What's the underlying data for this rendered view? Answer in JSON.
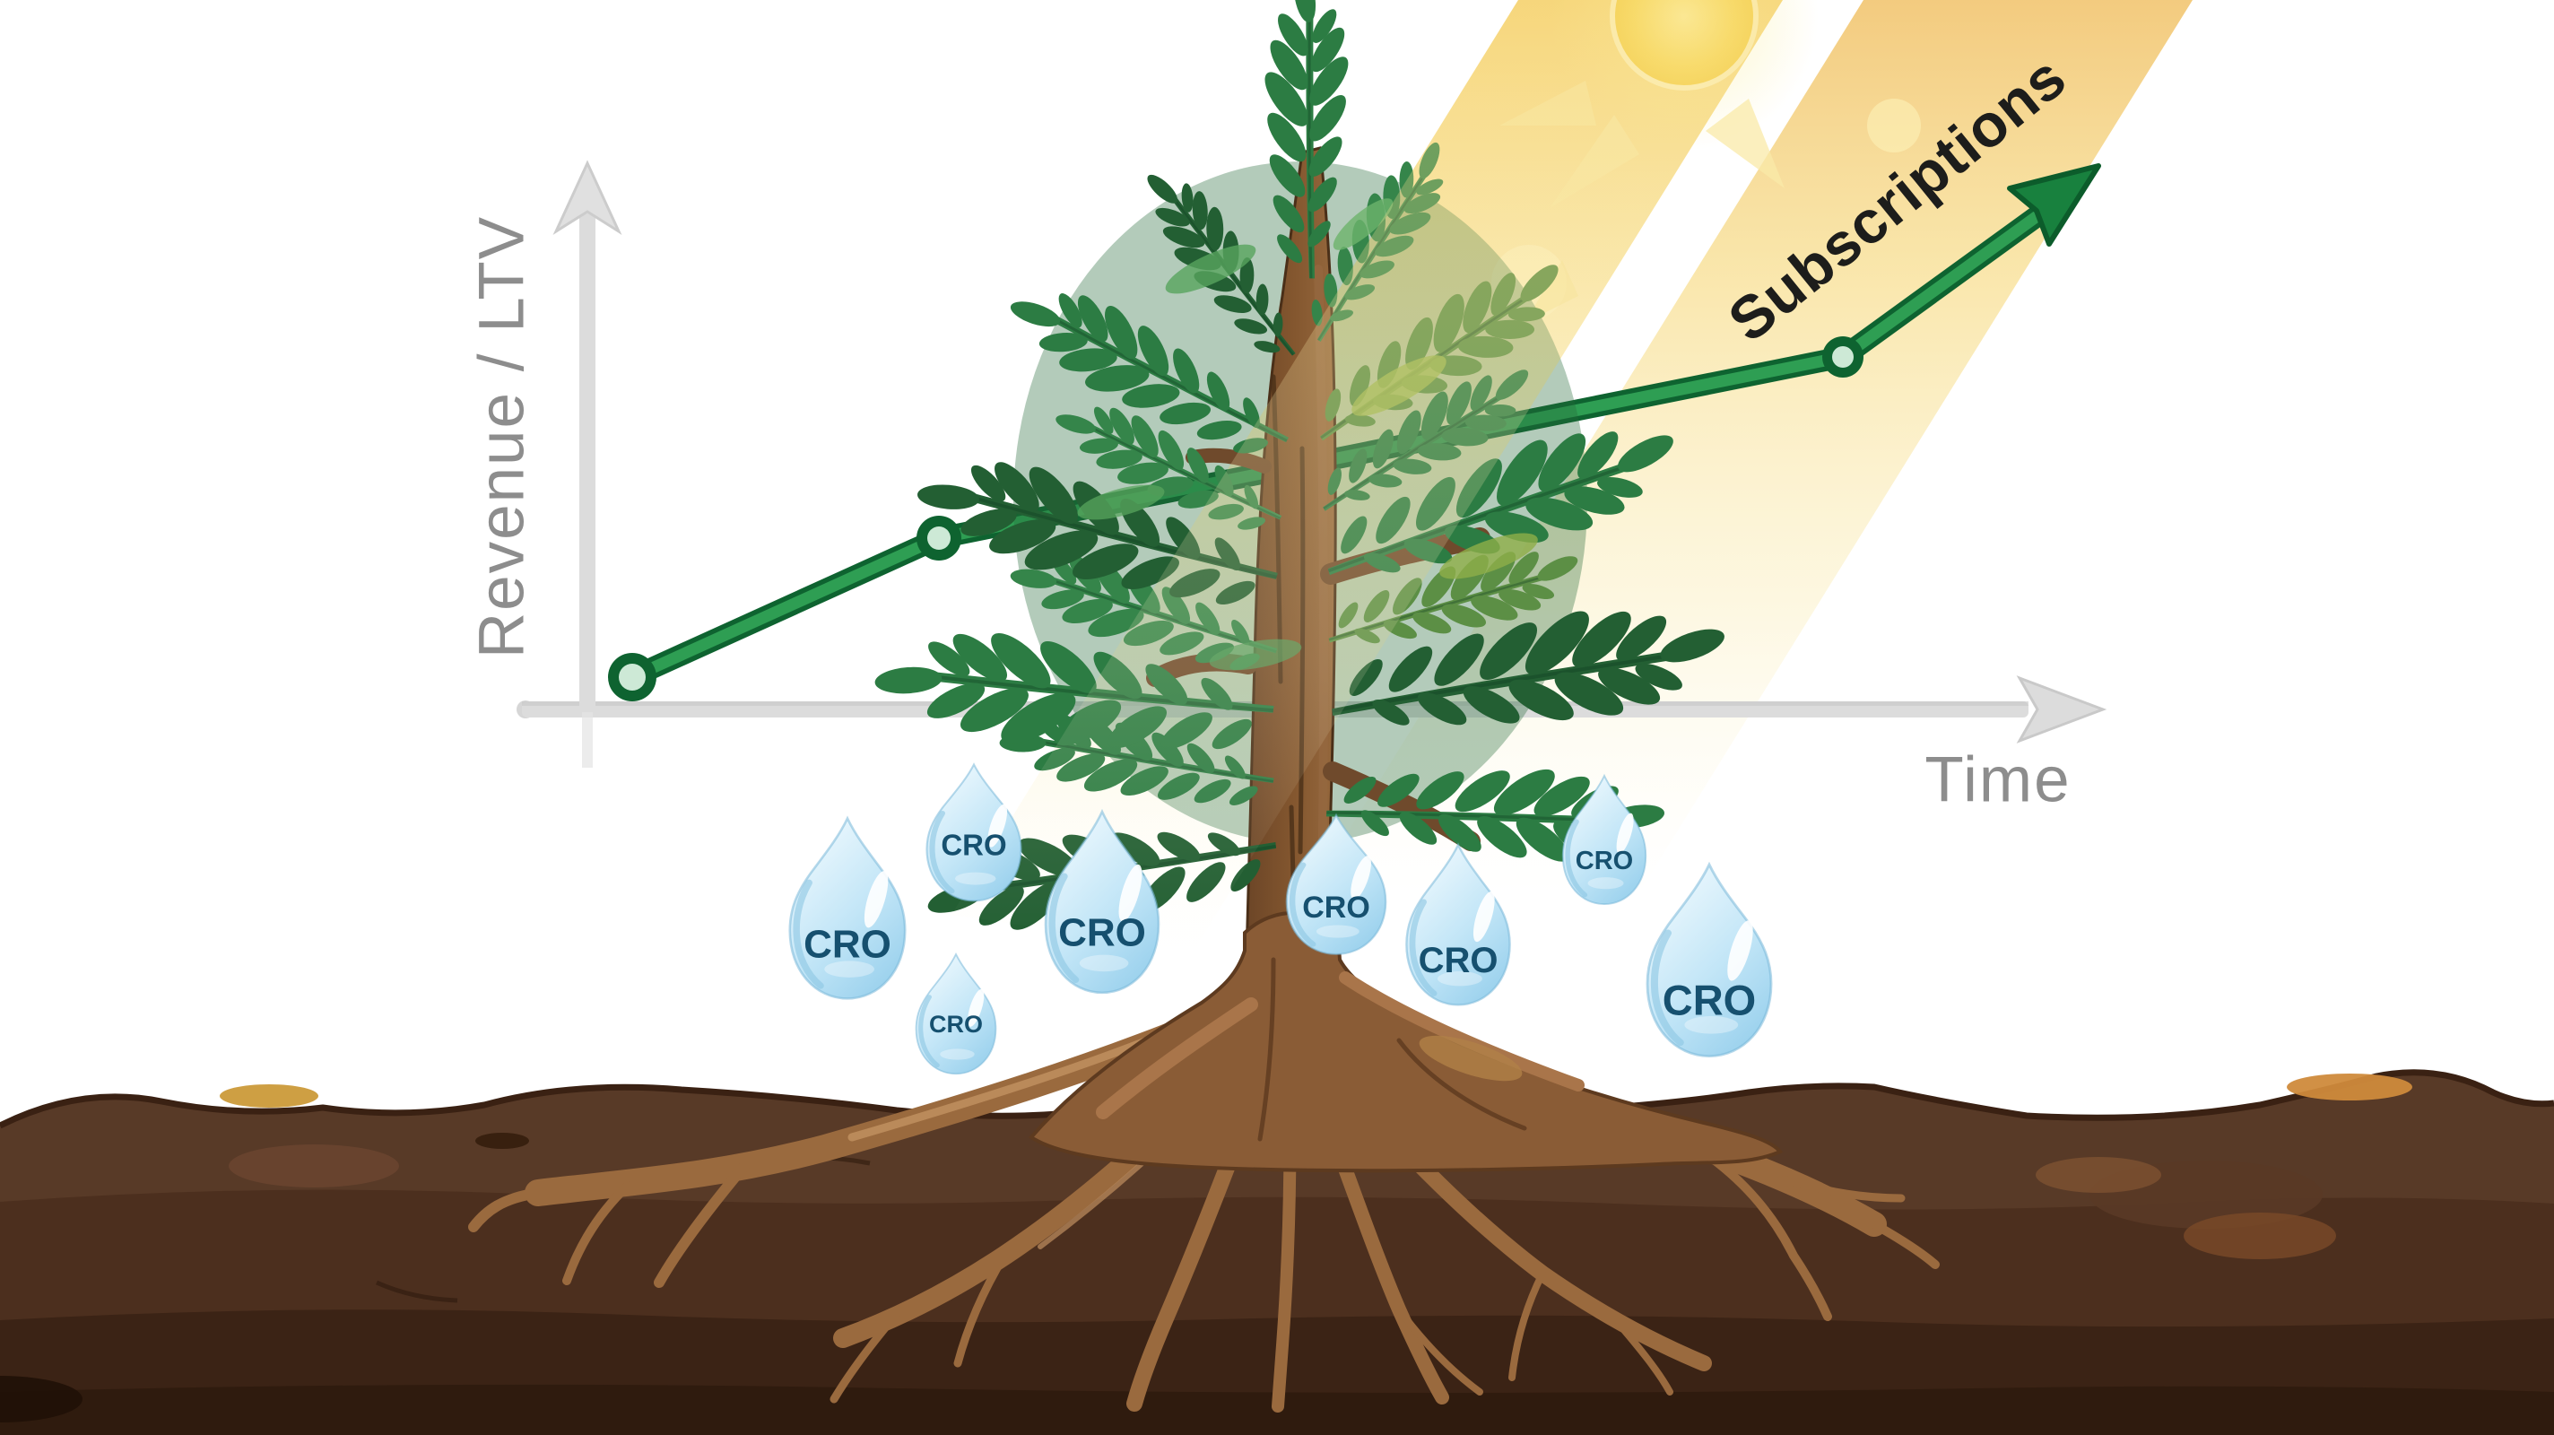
{
  "diagram": {
    "y_axis_label": "Revenue / LTV",
    "x_axis_label": "Time",
    "growth_line_label": "Subscriptions",
    "growth_line": {
      "type": "line",
      "label": "Subscriptions",
      "points_axis_relative": [
        {
          "x": 0.03,
          "y": 0.06
        },
        {
          "x": 0.23,
          "y": 0.31
        },
        {
          "x": 0.84,
          "y": 0.64
        },
        {
          "x": 1.0,
          "y": 0.96
        }
      ],
      "trend": "increasing"
    },
    "metaphor_elements": [
      "sun with light beams",
      "growing tree",
      "roots in soil",
      "water droplets labeled CRO"
    ]
  },
  "droplets": {
    "label": "CRO",
    "count": 8
  },
  "colors": {
    "background": "#ffffff",
    "axis_gray": "#dcdcdc",
    "axis_label_gray": "#8d8d8d",
    "growth_line_green": "#157f3b",
    "line_label_black": "#1d1d1b",
    "sunbeam_yellow": "#f6d789",
    "sun_yellow": "#f7db63",
    "droplet_blue": "#bfe4f6",
    "droplet_text_navy": "#16506f",
    "canopy_green": "#2c7c43",
    "trunk_brown": "#7a5230",
    "root_brown": "#9a6a3e",
    "soil_brown": "#4c2f1e"
  }
}
